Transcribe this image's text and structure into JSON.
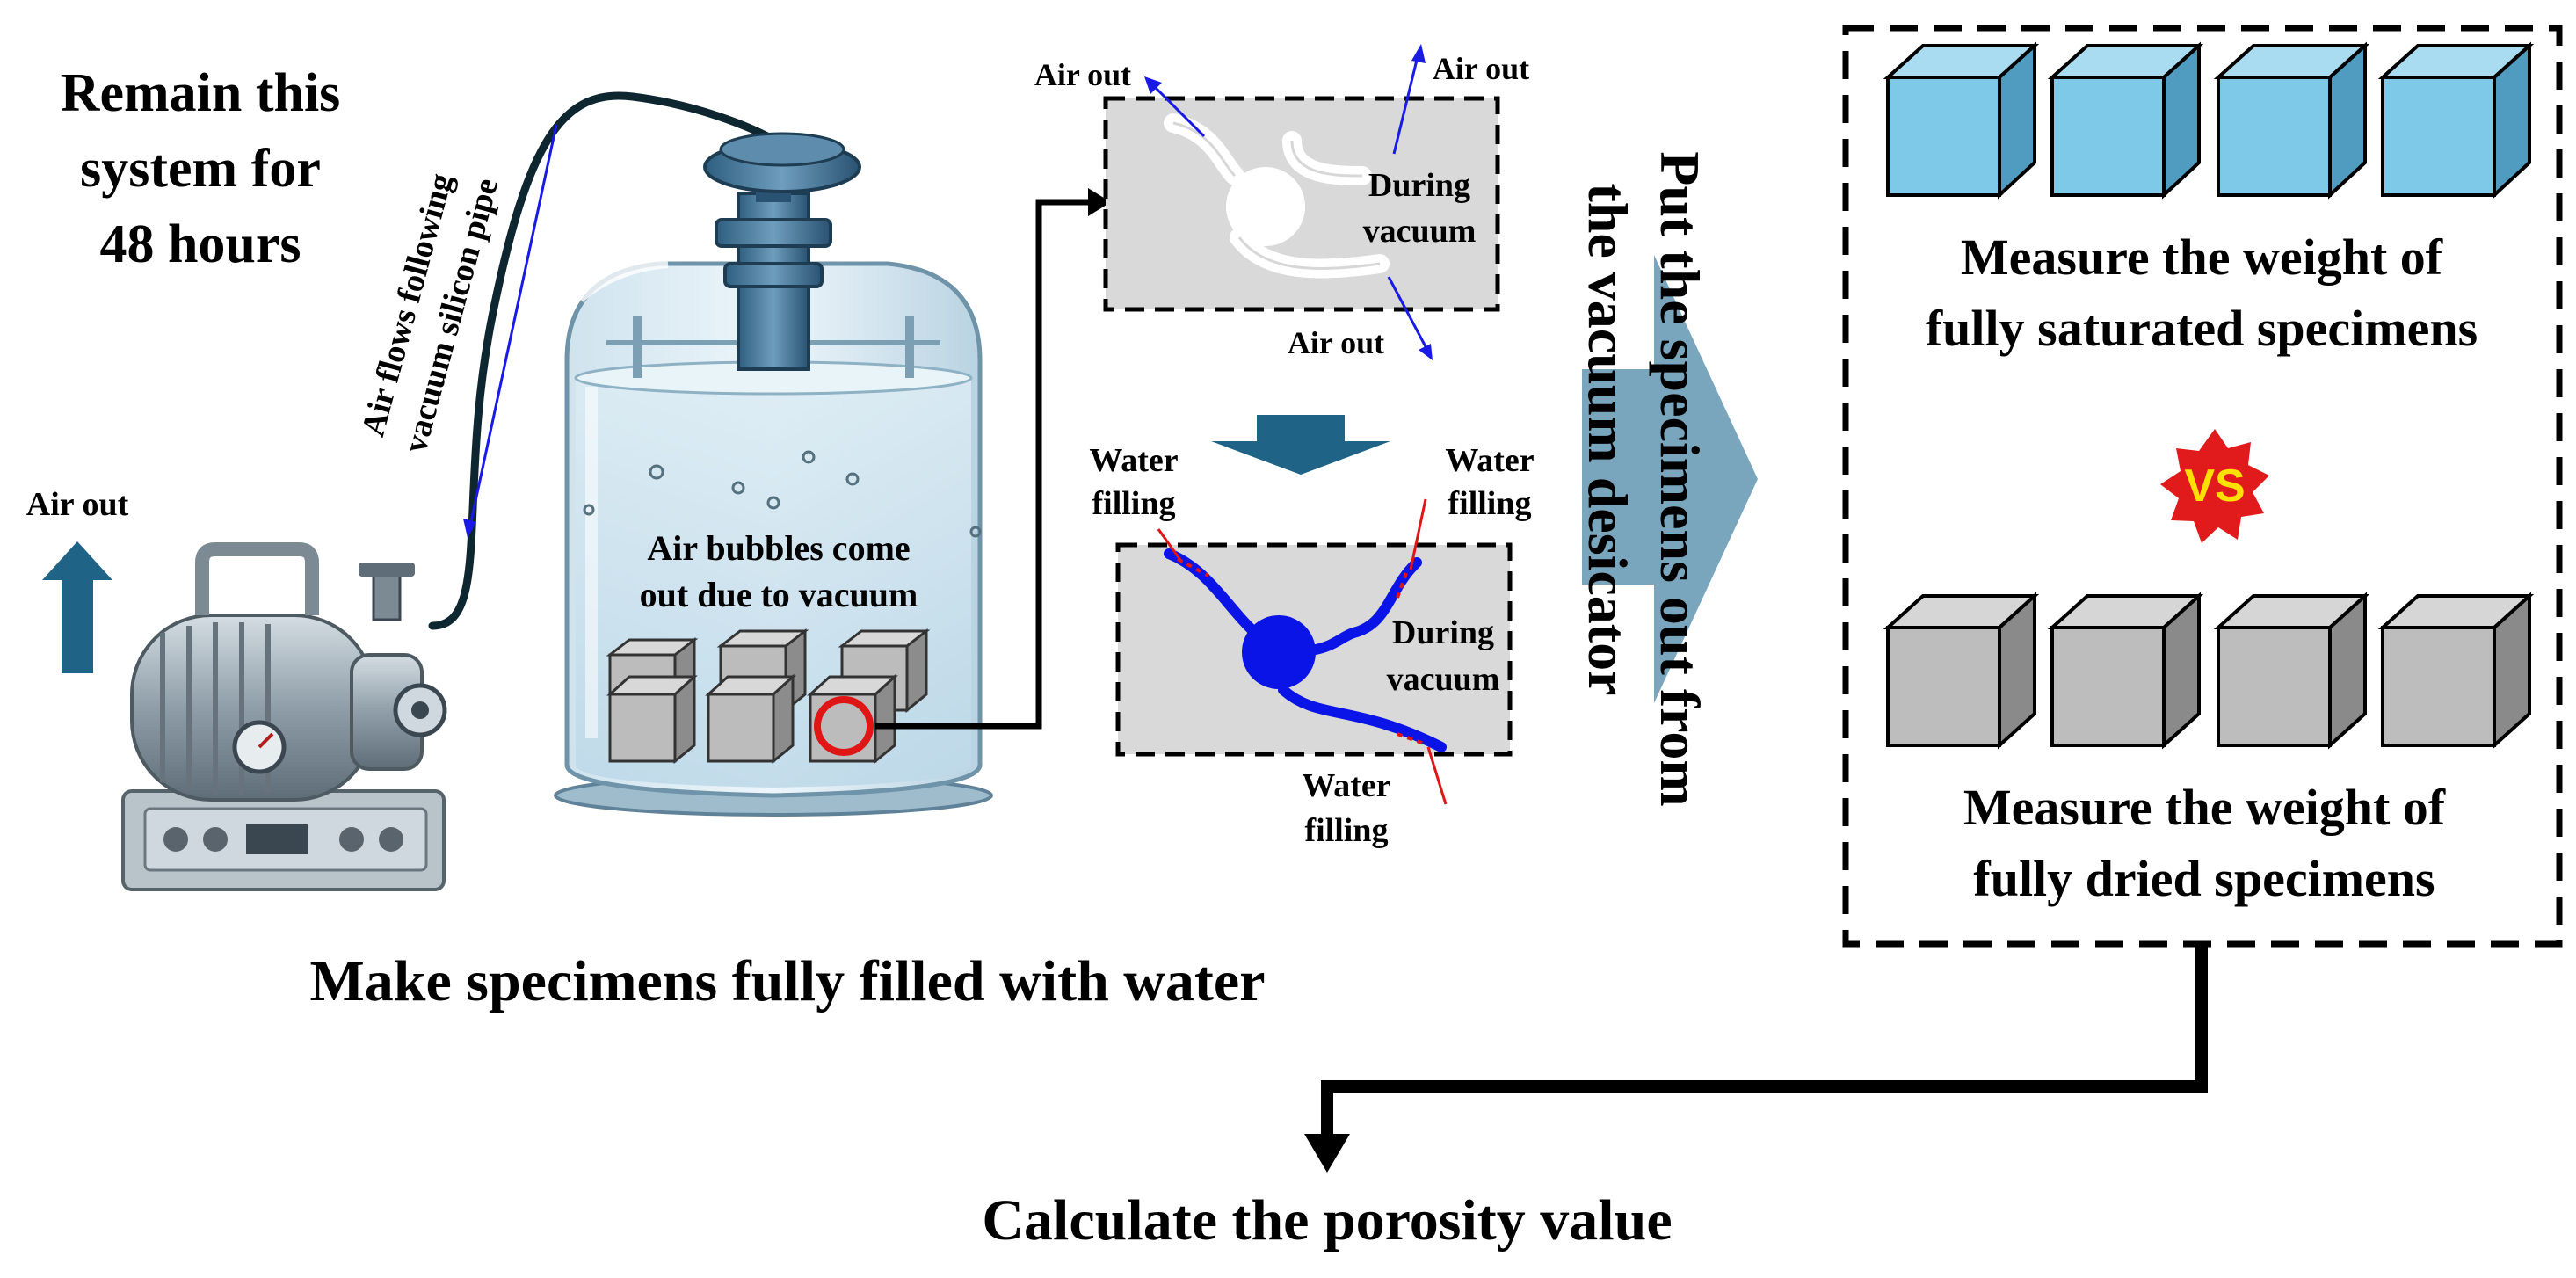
{
  "left_note": {
    "lines": [
      "Remain this",
      "system for",
      "48 hours"
    ]
  },
  "pipe_note": {
    "lines": [
      "Air flows following",
      "vacuum  silicon pipe"
    ]
  },
  "pump_note": {
    "label": "Air out"
  },
  "jar_note": {
    "lines": [
      "Air bubbles come",
      "out due to vacuum"
    ]
  },
  "stage1": {
    "air_out_left": "Air out",
    "air_out_right": "Air out",
    "air_out_bottom": "Air out",
    "box_lines": [
      "During",
      "vacuum"
    ]
  },
  "stage2": {
    "water_tl": [
      "Water",
      "filling"
    ],
    "water_tr": [
      "Water",
      "filling"
    ],
    "water_bottom": [
      "Water",
      "filling"
    ],
    "box_lines": [
      "During",
      "vacuum"
    ]
  },
  "main_caption": "Make specimens fully filled with water",
  "vertical_note": {
    "lines": [
      "Put the specimens out from",
      "the vacuum desicator"
    ]
  },
  "saturated": {
    "lines": [
      "Measure the weight of",
      "fully saturated specimens"
    ]
  },
  "vs_badge": "VS",
  "dried": {
    "lines": [
      "Measure the weight of",
      "fully dried specimens"
    ]
  },
  "final_caption": "Calculate the porosity value",
  "colors": {
    "saturated_cube": "#7ec8e8",
    "dried_cube": "#bdbdbd",
    "arrow_blue": "#1f6487",
    "big_arrow": "#7aa6bd",
    "badge_red": "#e11b1b",
    "badge_yellow": "#ffe000",
    "water_blue": "#0a14e6",
    "box_gray": "#d9d9d9"
  }
}
